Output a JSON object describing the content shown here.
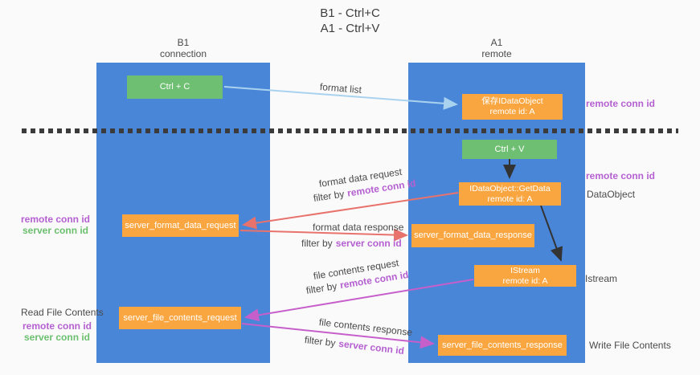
{
  "title": {
    "line1": "B1 - Ctrl+C",
    "line2": "A1 - Ctrl+V"
  },
  "lanes": [
    {
      "name": "B1",
      "role": "connection"
    },
    {
      "name": "A1",
      "role": "remote"
    }
  ],
  "nodes": {
    "ctrl_c": "Ctrl + C",
    "ctrl_v": "Ctrl + V",
    "save_dataobject": {
      "line1": "保存IDataObject",
      "line2": "remote id: A"
    },
    "getdata": {
      "line1": "IDataObject::GetData",
      "line2": "remote id: A"
    },
    "istream": {
      "line1": "IStream",
      "line2": "remote id: A"
    },
    "format_request": "server_format_data_request",
    "format_response": "server_format_data_response",
    "file_request": "server_file_contents_request",
    "file_response": "server_file_contents_response"
  },
  "edge_labels": {
    "format_list": "format list",
    "format_data_request": "format data request",
    "format_data_response": "format data response",
    "file_contents_request": "file contents request",
    "file_contents_response": "file contents response",
    "filter_by": "filter by",
    "remote_conn_id": "remote conn id",
    "server_conn_id": "server conn id"
  },
  "side_labels": {
    "left_remote_conn_1": "remote conn id",
    "left_server_conn_1": "server conn id",
    "read_file_contents": "Read File Contents",
    "left_remote_conn_2": "remote conn id",
    "left_server_conn_2": "server conn id",
    "right_remote_conn_1": "remote conn id",
    "right_remote_conn_2": "remote conn id",
    "dataobject": "DataObject",
    "istream": "Istream",
    "write_file_contents": "Write File Contents"
  },
  "colors": {
    "lane_blue": "#4a86d8",
    "node_green": "#6fbf72",
    "node_orange": "#f9a640",
    "purple_text": "#b560d1",
    "green_text": "#6bbf6e",
    "arrow_lightblue": "#a9d2ef",
    "arrow_salmon": "#e8726c",
    "arrow_orchid": "#c75fcb",
    "arrow_black": "#333333"
  }
}
